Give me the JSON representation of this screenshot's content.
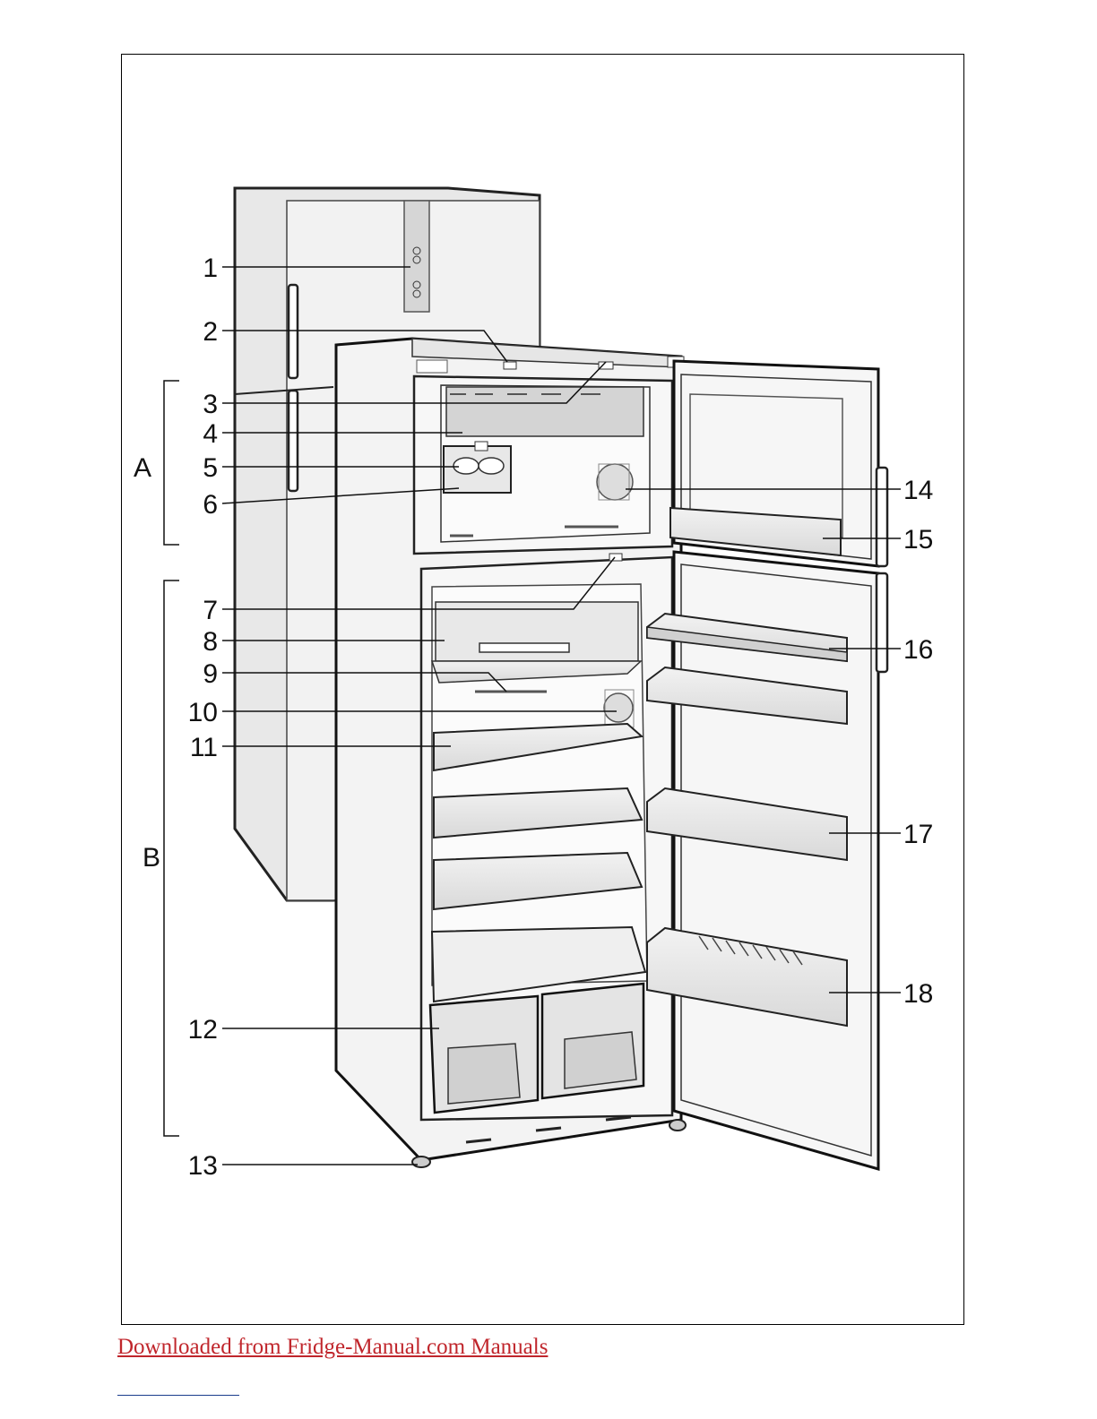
{
  "diagram": {
    "callouts": [
      "1",
      "2",
      "3",
      "4",
      "5",
      "6",
      "7",
      "8",
      "9",
      "10",
      "11",
      "12",
      "13",
      "14",
      "15",
      "16",
      "17",
      "18"
    ],
    "groups": [
      "A",
      "B"
    ]
  },
  "footer": {
    "link_text": "Downloaded from Fridge-Manual.com Manuals",
    "link_color": "#c0262c"
  }
}
